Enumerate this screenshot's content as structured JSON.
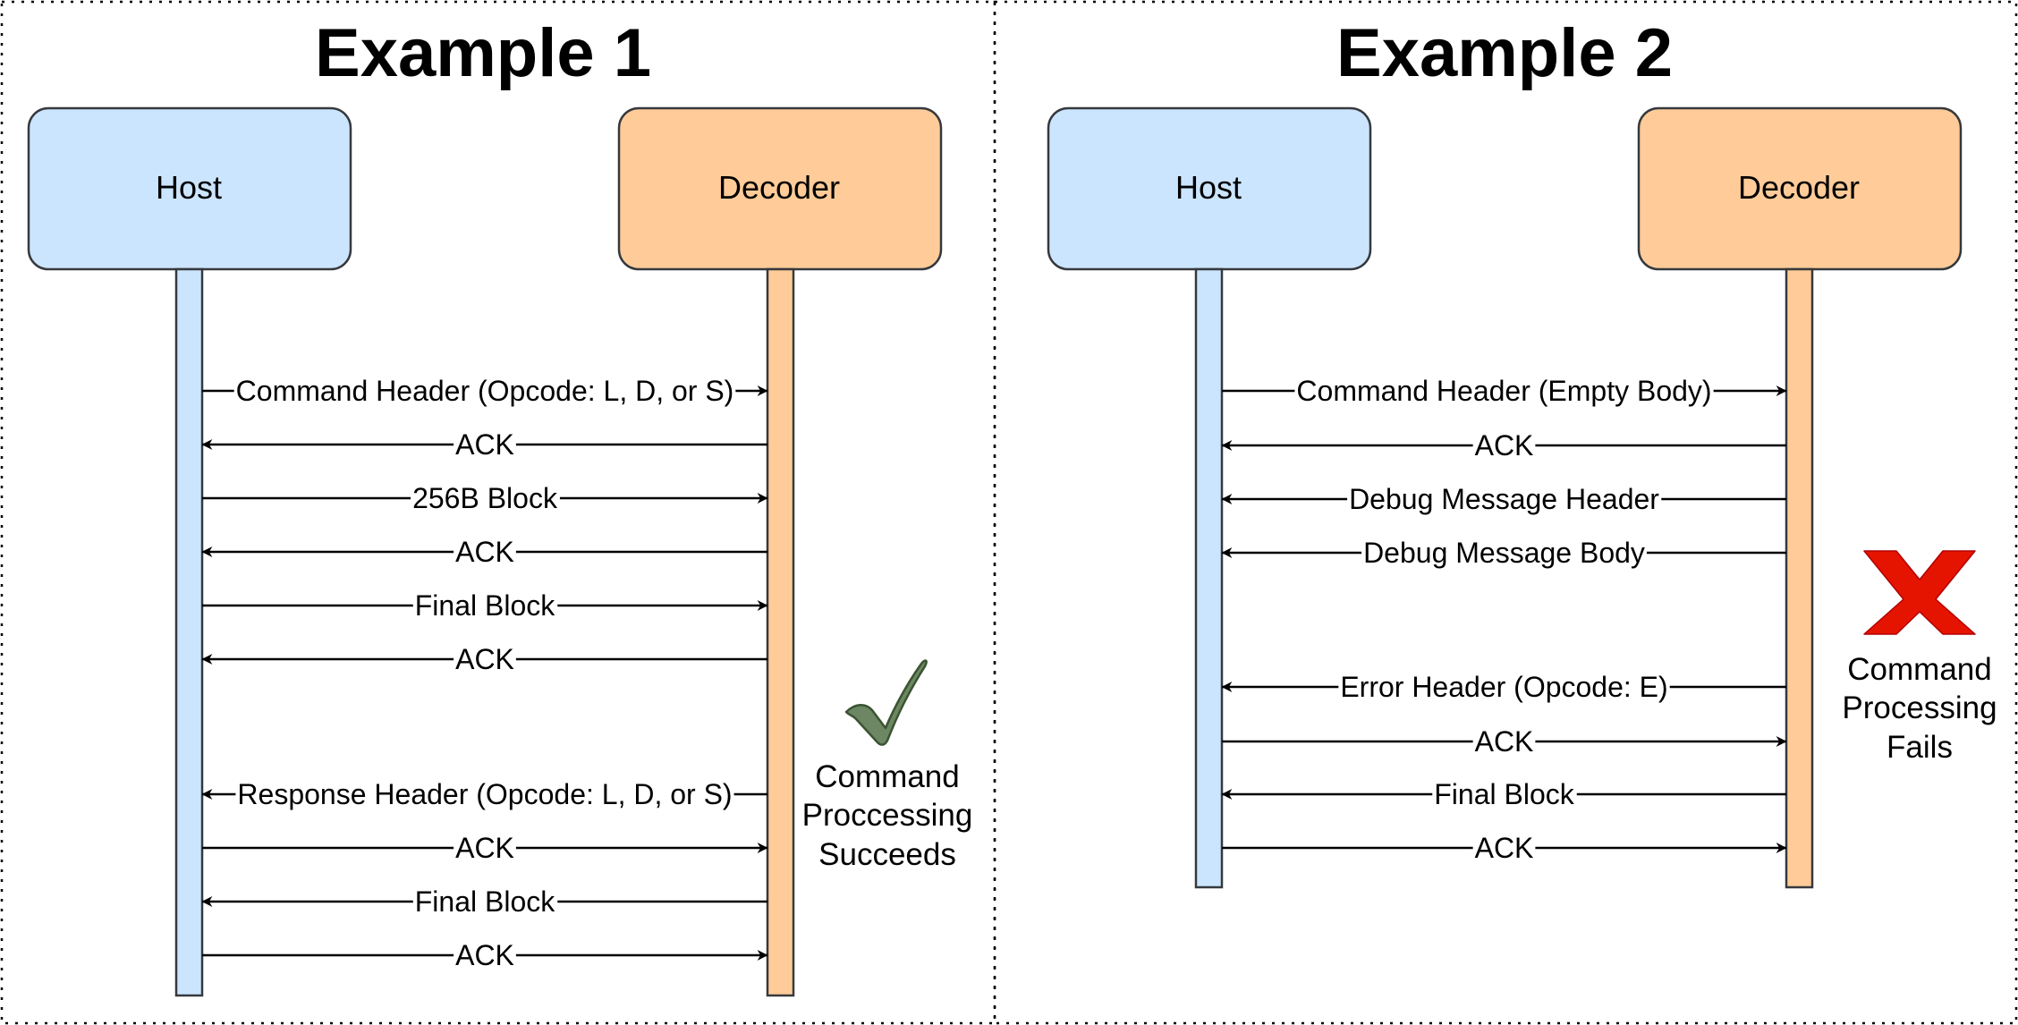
{
  "colors": {
    "host_fill": "#cce5ff",
    "decoder_fill": "#ffcc99",
    "stroke": "#36393d",
    "arrow": "#000000",
    "check": "#6d8764",
    "cross": "#e51400"
  },
  "examples": [
    {
      "title": "Example 1",
      "host_label": "Host",
      "decoder_label": "Decoder",
      "messages": [
        {
          "label": "Command Header (Opcode: L, D, or S)",
          "direction": "to-decoder"
        },
        {
          "label": "ACK",
          "direction": "to-host"
        },
        {
          "label": "256B Block",
          "direction": "to-decoder"
        },
        {
          "label": "ACK",
          "direction": "to-host"
        },
        {
          "label": "Final Block",
          "direction": "to-decoder"
        },
        {
          "label": "ACK",
          "direction": "to-host"
        },
        {
          "label": "Response Header (Opcode: L, D, or S)",
          "direction": "to-host"
        },
        {
          "label": "ACK",
          "direction": "to-decoder"
        },
        {
          "label": "Final Block",
          "direction": "to-host"
        },
        {
          "label": "ACK",
          "direction": "to-decoder"
        }
      ],
      "result": {
        "icon": "checkmark-icon",
        "lines": [
          "Command",
          "Proccessing",
          "Succeeds"
        ]
      }
    },
    {
      "title": "Example 2",
      "host_label": "Host",
      "decoder_label": "Decoder",
      "messages": [
        {
          "label": "Command Header (Empty Body)",
          "direction": "to-decoder"
        },
        {
          "label": "ACK",
          "direction": "to-host"
        },
        {
          "label": "Debug Message Header",
          "direction": "to-host"
        },
        {
          "label": "Debug Message Body",
          "direction": "to-host"
        },
        {
          "label": "Error Header (Opcode: E)",
          "direction": "to-host"
        },
        {
          "label": "ACK",
          "direction": "to-decoder"
        },
        {
          "label": "Final Block",
          "direction": "to-host"
        },
        {
          "label": "ACK",
          "direction": "to-decoder"
        }
      ],
      "result": {
        "icon": "cross-icon",
        "lines": [
          "Command",
          "Processing",
          "Fails"
        ]
      }
    }
  ]
}
